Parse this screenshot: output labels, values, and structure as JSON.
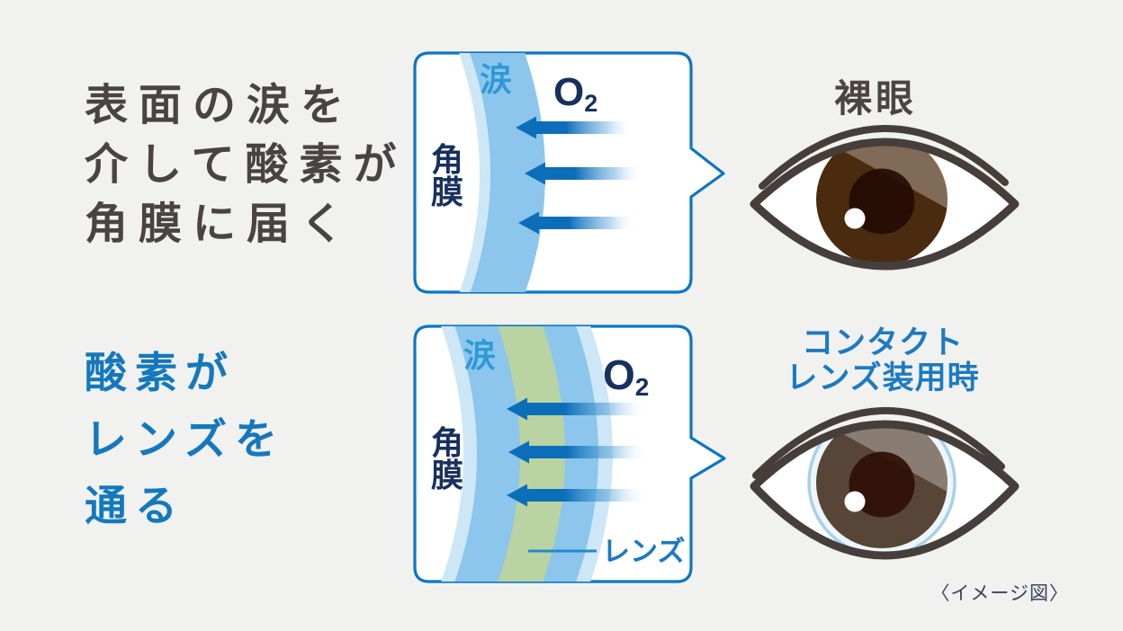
{
  "page": {
    "caption": "〈イメージ図〉",
    "background_color": "#f1f1f0"
  },
  "headings": {
    "naked_eye": "表面の涙を\n介して酸素が\n角膜に届く",
    "contact_lens": "酸素が\nレンズを\n通る"
  },
  "diagram_naked_eye": {
    "tear_label": "涙",
    "cornea_char_1": "角",
    "cornea_char_2": "膜",
    "oxygen_symbol": "O",
    "oxygen_subscript": "2"
  },
  "diagram_contact_lens": {
    "tear_label": "涙",
    "cornea_char_1": "角",
    "cornea_char_2": "膜",
    "oxygen_symbol": "O",
    "oxygen_subscript": "2",
    "lens_label": "レンズ"
  },
  "eyes": {
    "naked": {
      "title": "裸眼"
    },
    "contact": {
      "title": "コンタクト\nレンズ装用時"
    }
  },
  "colors": {
    "box_border_blue": "#0b76c4",
    "arrow_blue": "#0c6eb9",
    "tear_band_blue": "#8cc6ec",
    "tear_band_light": "#cde7f7",
    "lens_green": "#b9d3a2",
    "tear_label_blue": "#2e99d5",
    "dark_navy_text": "#17305e",
    "heading_gray": "#494443",
    "heading_blue": "#1478bd",
    "eyelid_dark": "#463e3a",
    "iris_brown": "#4a2b10",
    "iris_contact_brown": "#574537",
    "contact_lens_ring": "#a9d0ea",
    "caption_navy": "#39445e"
  }
}
